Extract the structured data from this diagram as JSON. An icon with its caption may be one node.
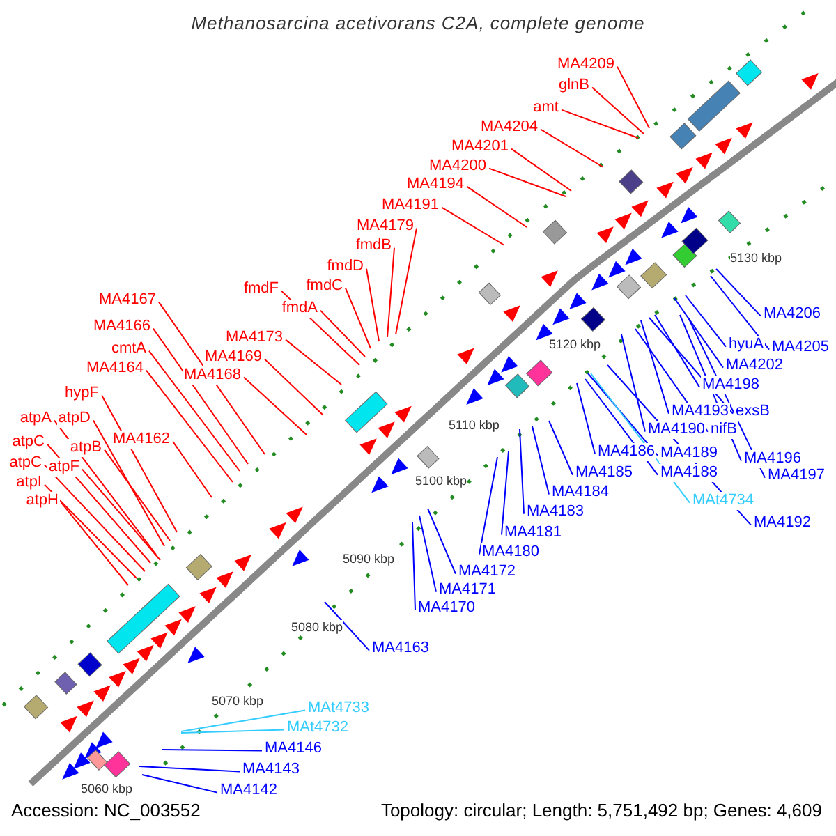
{
  "diagram": {
    "title": "Methanosarcina acetivorans C2A, complete genome",
    "nodes": [
      {
        "text": [
          "MA4209"
        ]
      },
      {
        "text": [
          "glnB"
        ]
      },
      {
        "text": [
          "amt"
        ]
      },
      {
        "text": [
          "MA4204"
        ]
      },
      {
        "text": [
          "MA4201"
        ]
      },
      {
        "text": [
          "MA4200"
        ]
      },
      {
        "text": [
          "MA4194"
        ]
      },
      {
        "text": [
          "MA4191"
        ]
      },
      {
        "text": [
          "MA4179"
        ]
      },
      {
        "text": [
          "fmdB"
        ]
      },
      {
        "text": [
          "fmdD"
        ]
      },
      {
        "text": [
          "fmdC"
        ]
      },
      {
        "text": [
          "fmdF"
        ]
      },
      {
        "text": [
          "MA4167"
        ]
      },
      {
        "text": [
          "fmdA"
        ]
      },
      {
        "text": [
          "MA4166"
        ]
      },
      {
        "text": [
          "MA4173"
        ]
      },
      {
        "text": [
          "cmtA"
        ]
      },
      {
        "text": [
          "MA4169"
        ]
      },
      {
        "text": [
          "MA4164"
        ]
      },
      {
        "text": [
          "MA4168"
        ]
      },
      {
        "text": [
          "hypF"
        ]
      },
      {
        "text": [
          "atpA"
        ]
      },
      {
        "text": [
          "atpD"
        ]
      },
      {
        "text": [
          "MA4162"
        ]
      },
      {
        "text": [
          "atpC"
        ]
      },
      {
        "text": [
          "atpB"
        ]
      },
      {
        "text": [
          "atpC"
        ]
      },
      {
        "text": [
          "atpF"
        ]
      },
      {
        "text": [
          "atpI"
        ]
      },
      {
        "text": [
          "atpH"
        ]
      },
      {
        "text": [
          "MA4206"
        ]
      },
      {
        "text": [
          "hyuA"
        ]
      },
      {
        "text": [
          "MA4205"
        ]
      },
      {
        "text": [
          "MA4202"
        ]
      },
      {
        "text": [
          "MA4198"
        ]
      },
      {
        "text": [
          "MA4193"
        ]
      },
      {
        "text": [
          "exsB"
        ]
      },
      {
        "text": [
          "MA4190"
        ]
      },
      {
        "text": [
          "nifB"
        ]
      },
      {
        "text": [
          "MA4186"
        ]
      },
      {
        "text": [
          "MA4189"
        ]
      },
      {
        "text": [
          "MA4196"
        ]
      },
      {
        "text": [
          "MA4185"
        ]
      },
      {
        "text": [
          "MA4188"
        ]
      },
      {
        "text": [
          "MA4197"
        ]
      },
      {
        "text": [
          "MA4184"
        ]
      },
      {
        "text": [
          "MAt4734"
        ]
      },
      {
        "text": [
          "MA4183"
        ]
      },
      {
        "text": [
          "MA4192"
        ]
      },
      {
        "text": [
          "MA4181"
        ]
      },
      {
        "text": [
          "MA4180"
        ]
      },
      {
        "text": [
          "MA4172"
        ]
      },
      {
        "text": [
          "MA4171"
        ]
      },
      {
        "text": [
          "MA4170"
        ]
      },
      {
        "text": [
          "MA4163"
        ]
      },
      {
        "text": [
          "MAt4733"
        ]
      },
      {
        "text": [
          "MAt4732"
        ]
      },
      {
        "text": [
          "MA4146"
        ]
      },
      {
        "text": [
          "MA4143"
        ]
      },
      {
        "text": [
          "MA4142"
        ]
      }
    ],
    "edges": [
      {
        "from": 0,
        "to": null,
        "arrow": "none"
      },
      {
        "from": 1,
        "to": null,
        "arrow": "none"
      },
      {
        "from": 2,
        "to": null,
        "arrow": "none"
      },
      {
        "from": 3,
        "to": null,
        "arrow": "none"
      },
      {
        "from": 4,
        "to": null,
        "arrow": "none"
      },
      {
        "from": 5,
        "to": null,
        "arrow": "none"
      },
      {
        "from": 6,
        "to": null,
        "arrow": "none"
      },
      {
        "from": 7,
        "to": null,
        "arrow": "none"
      },
      {
        "from": 8,
        "to": null,
        "arrow": "none"
      },
      {
        "from": 9,
        "to": null,
        "arrow": "none"
      },
      {
        "from": 10,
        "to": null,
        "arrow": "none"
      },
      {
        "from": 11,
        "to": null,
        "arrow": "none"
      },
      {
        "from": 12,
        "to": null,
        "arrow": "none"
      },
      {
        "from": 13,
        "to": null,
        "arrow": "none"
      },
      {
        "from": 14,
        "to": null,
        "arrow": "none"
      },
      {
        "from": 15,
        "to": null,
        "arrow": "none"
      },
      {
        "from": 16,
        "to": null,
        "arrow": "none"
      },
      {
        "from": 17,
        "to": null,
        "arrow": "none"
      },
      {
        "from": 18,
        "to": null,
        "arrow": "none"
      },
      {
        "from": 19,
        "to": null,
        "arrow": "none"
      },
      {
        "from": 20,
        "to": null,
        "arrow": "none"
      },
      {
        "from": 21,
        "to": null,
        "arrow": "none"
      },
      {
        "from": 22,
        "to": null,
        "arrow": "none"
      },
      {
        "from": 23,
        "to": null,
        "arrow": "none"
      },
      {
        "from": 24,
        "to": null,
        "arrow": "none"
      },
      {
        "from": 25,
        "to": null,
        "arrow": "none"
      },
      {
        "from": 26,
        "to": null,
        "arrow": "none"
      },
      {
        "from": 27,
        "to": null,
        "arrow": "none"
      },
      {
        "from": 28,
        "to": null,
        "arrow": "none"
      },
      {
        "from": 29,
        "to": null,
        "arrow": "none"
      },
      {
        "from": 30,
        "to": null,
        "arrow": "none"
      },
      {
        "from": 31,
        "to": null,
        "arrow": "none",
        "color": "#0000ff"
      },
      {
        "from": 32,
        "to": null,
        "arrow": "none",
        "color": "#0000ff"
      },
      {
        "from": 33,
        "to": null,
        "arrow": "none",
        "color": "#0000ff"
      },
      {
        "from": 34,
        "to": null,
        "arrow": "none",
        "color": "#0000ff"
      },
      {
        "from": 35,
        "to": null,
        "arrow": "none",
        "color": "#0000ff"
      },
      {
        "from": 36,
        "to": null,
        "arrow": "none",
        "color": "#0000ff"
      },
      {
        "from": 37,
        "to": null,
        "arrow": "none",
        "color": "#0000ff"
      },
      {
        "from": 38,
        "to": null,
        "arrow": "none",
        "color": "#0000ff"
      },
      {
        "from": 39,
        "to": null,
        "arrow": "none",
        "color": "#0000ff"
      },
      {
        "from": 40,
        "to": null,
        "arrow": "none",
        "color": "#0000ff"
      },
      {
        "from": 41,
        "to": null,
        "arrow": "none",
        "color": "#0000ff"
      },
      {
        "from": 42,
        "to": null,
        "arrow": "none",
        "color": "#0000ff"
      },
      {
        "from": 43,
        "to": null,
        "arrow": "none",
        "color": "#0000ff"
      },
      {
        "from": 44,
        "to": null,
        "arrow": "none",
        "color": "#0000ff"
      },
      {
        "from": 45,
        "to": null,
        "arrow": "none",
        "color": "#0000ff"
      },
      {
        "from": 46,
        "to": null,
        "arrow": "none",
        "color": "#0000ff"
      },
      {
        "from": 47,
        "to": null,
        "arrow": "none",
        "color": "#33ccff"
      },
      {
        "from": 48,
        "to": null,
        "arrow": "none",
        "color": "#0000ff"
      },
      {
        "from": 49,
        "to": null,
        "arrow": "none",
        "color": "#0000ff"
      },
      {
        "from": 50,
        "to": null,
        "arrow": "none",
        "color": "#0000ff"
      },
      {
        "from": 51,
        "to": null,
        "arrow": "none",
        "color": "#0000ff"
      },
      {
        "from": 52,
        "to": null,
        "arrow": "none",
        "color": "#0000ff"
      },
      {
        "from": 53,
        "to": null,
        "arrow": "none",
        "color": "#0000ff"
      },
      {
        "from": 54,
        "to": null,
        "arrow": "none",
        "color": "#0000ff"
      },
      {
        "from": 55,
        "to": null,
        "arrow": "none",
        "color": "#0000ff"
      },
      {
        "from": 56,
        "to": null,
        "arrow": "none",
        "color": "#33ccff"
      },
      {
        "from": 57,
        "to": null,
        "arrow": "none",
        "color": "#33ccff"
      },
      {
        "from": 58,
        "to": null,
        "arrow": "none",
        "color": "#0000ff"
      },
      {
        "from": 59,
        "to": null,
        "arrow": "none",
        "color": "#0000ff"
      },
      {
        "from": 60,
        "to": null,
        "arrow": "none",
        "color": "#0000ff"
      }
    ],
    "labels": [
      "5130 kbp",
      "5120 kbp",
      "5110 kbp",
      "5100 kbp",
      "5090 kbp",
      "5080 kbp",
      "5070 kbp",
      "5060 kbp",
      "Accession: NC_003552",
      "Topology: circular; Length: 5,751,492 bp; Genes: 4,609"
    ]
  }
}
